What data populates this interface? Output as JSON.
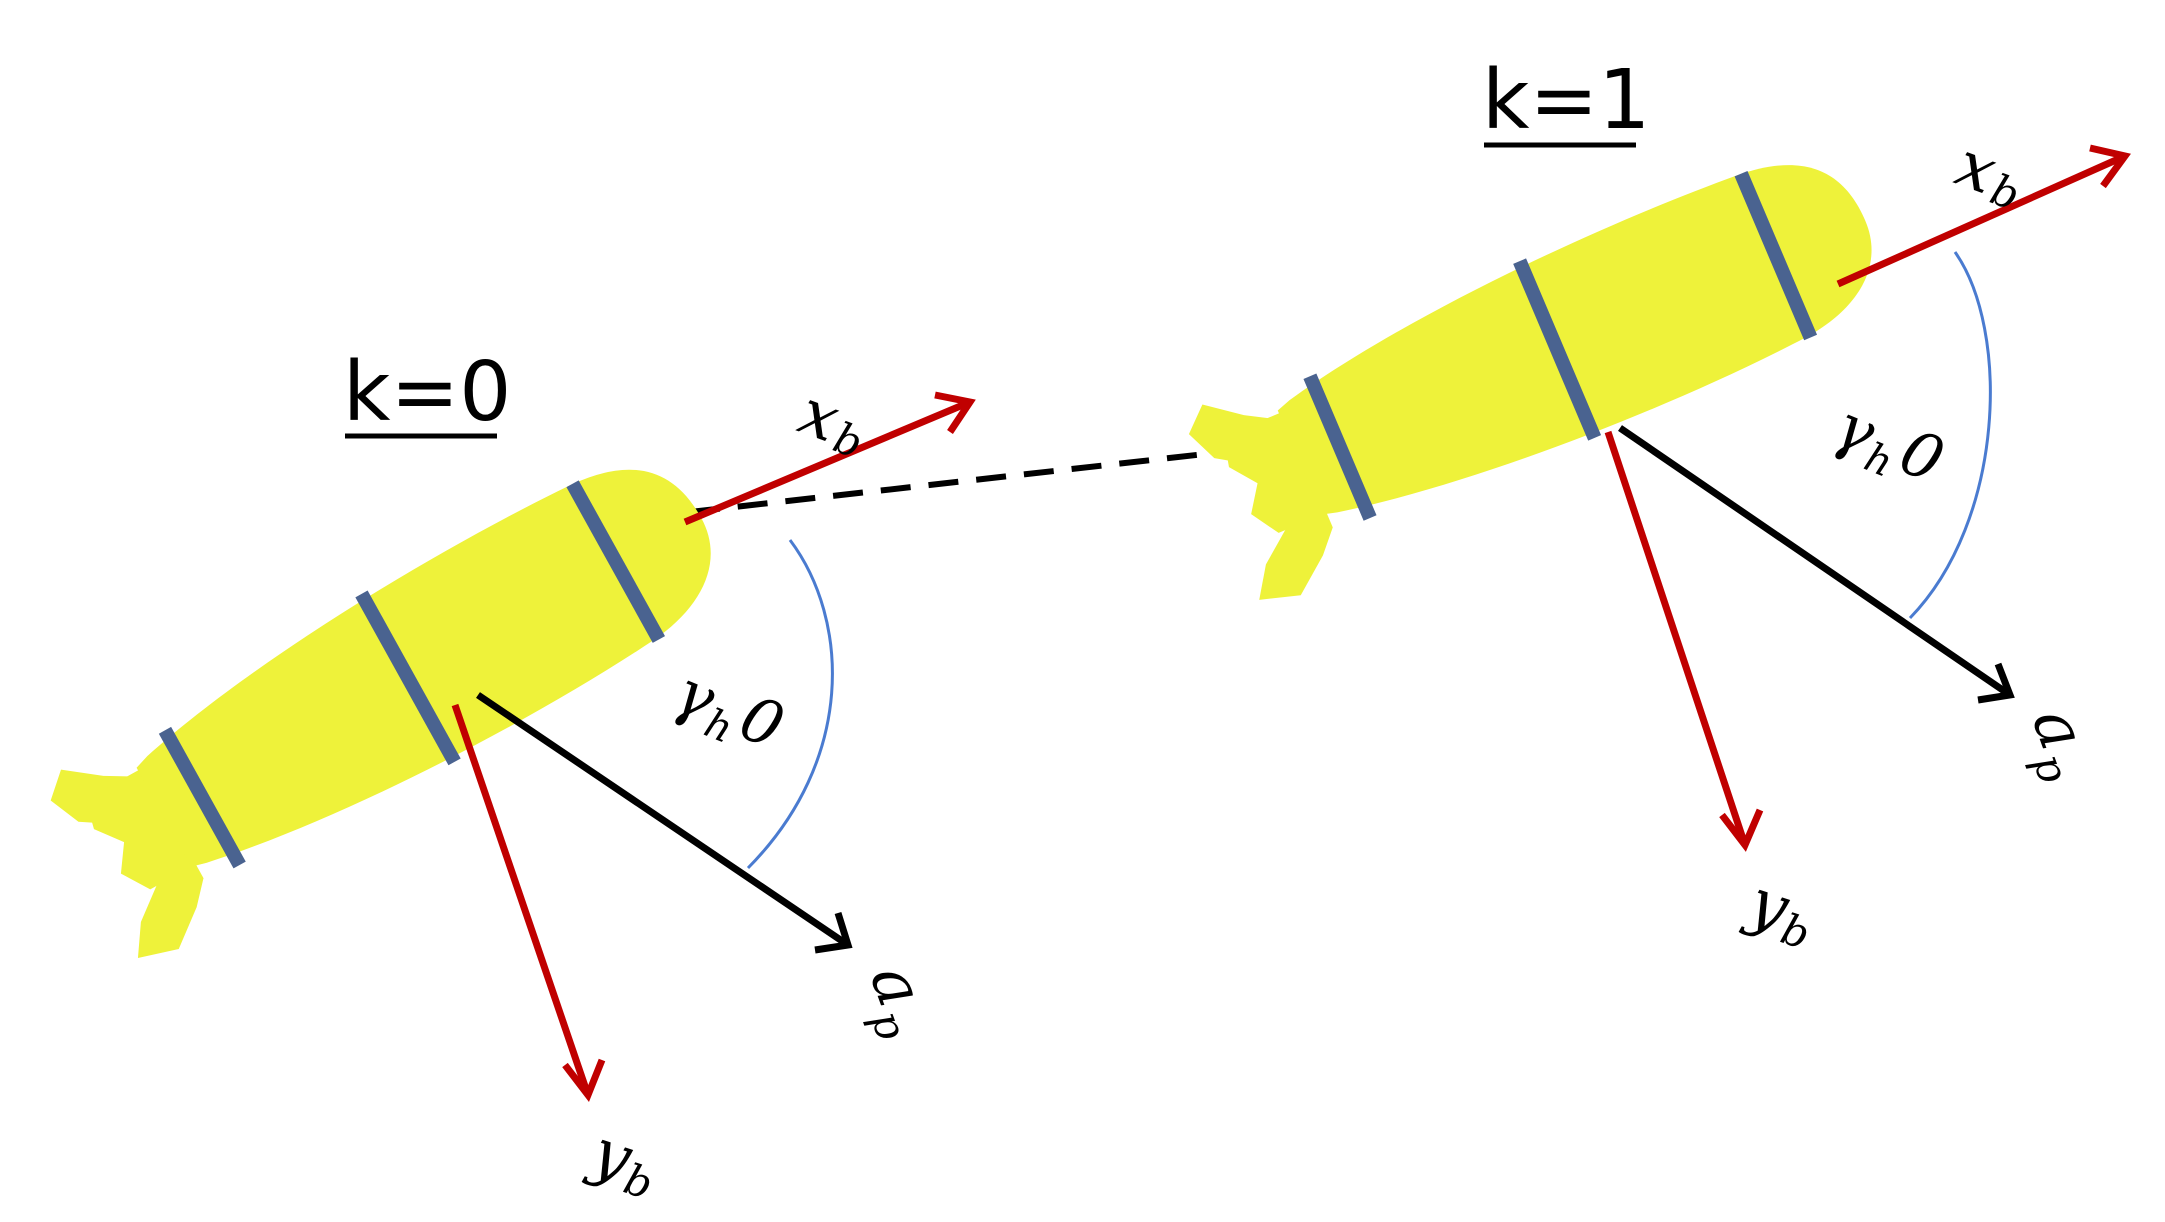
{
  "colors": {
    "body": "#eef23a",
    "band": "#4a6390",
    "body_axis": "#c00000",
    "pointing_axis": "#000000",
    "angle_arc": "#4a7bd0",
    "trajectory": "#000000"
  },
  "stage0": {
    "label": "k=0",
    "x_axis": {
      "main": "x",
      "sub": "b"
    },
    "y_axis": {
      "main": "y",
      "sub": "b"
    },
    "a_axis": {
      "main": "a",
      "sub": "p"
    },
    "angle": {
      "main": "γ",
      "sub": "h",
      "suffix": "0"
    }
  },
  "stage1": {
    "label": "k=1",
    "x_axis": {
      "main": "x",
      "sub": "b"
    },
    "y_axis": {
      "main": "y",
      "sub": "b"
    },
    "a_axis": {
      "main": "a",
      "sub": "p"
    },
    "angle": {
      "main": "γ",
      "sub": "h",
      "suffix": "0"
    }
  }
}
